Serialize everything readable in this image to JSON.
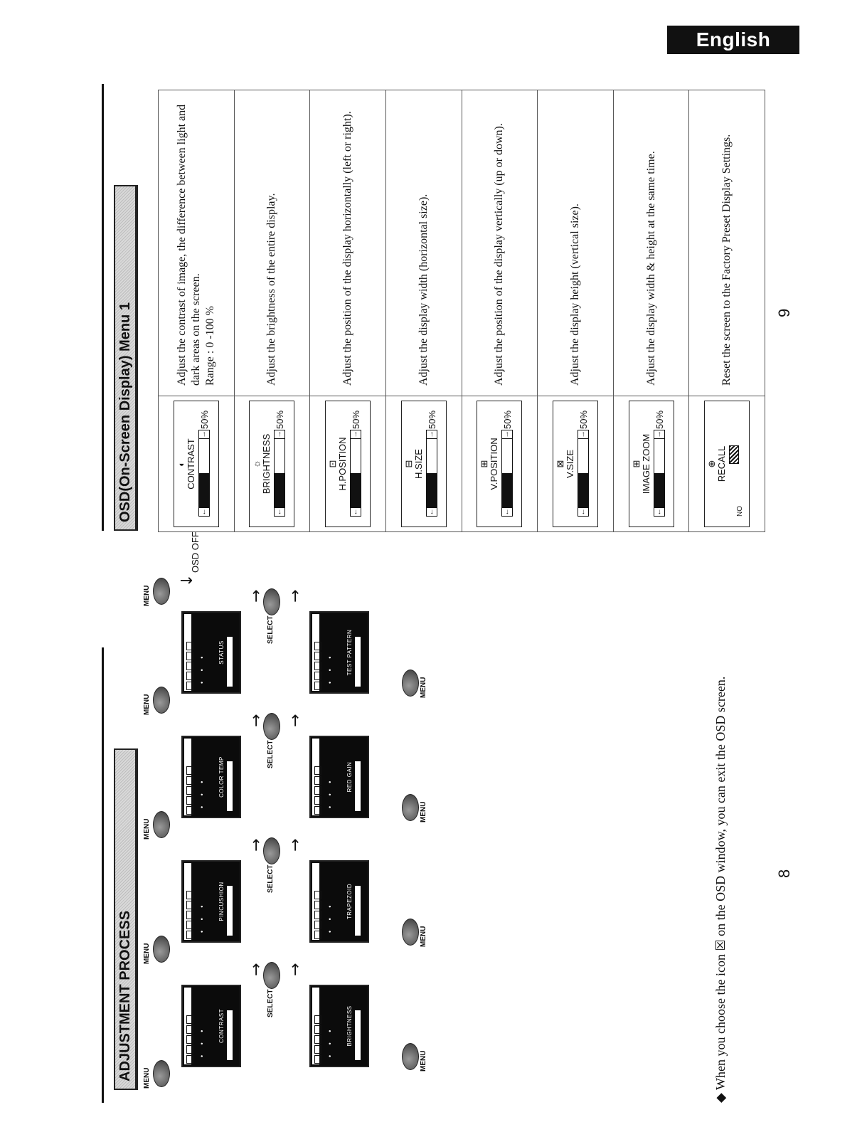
{
  "language_tab": "English",
  "left_page": {
    "heading": "ADJUSTMENT PROCESS",
    "page_number": "8",
    "buttons": {
      "menu": "MENU",
      "select": "SELECT"
    },
    "screens": [
      {
        "label": "CONTRAST"
      },
      {
        "label": "BRIGHTNESS"
      },
      {
        "label": "PINCUSHION"
      },
      {
        "label": "TRAPEZOID"
      },
      {
        "label": "COLOR TEMP"
      },
      {
        "label": "RED GAIN"
      },
      {
        "label": "STATUS"
      },
      {
        "label": "TEST PATTERN"
      }
    ],
    "osd_off": "OSD OFF",
    "note": "When you choose the icon ☒ on the OSD window, you can exit the OSD screen.",
    "bullet": "◆"
  },
  "right_page": {
    "heading": "OSD(On-Screen Display) Menu 1",
    "page_number": "9",
    "rows": [
      {
        "icon": "◐",
        "label": "CONTRAST",
        "percent": "50%",
        "fill": 0.5,
        "description": "Adjust the contrast of image, the difference between light and dark areas on the screen.",
        "extra": "Range : 0 -100 %"
      },
      {
        "icon": "☼",
        "label": "BRIGHTNESS",
        "percent": "50%",
        "fill": 0.5,
        "description": "Adjust the brightness of the entire display.",
        "extra": ""
      },
      {
        "icon": "⊡",
        "label": "H.POSITION",
        "percent": "50%",
        "fill": 0.5,
        "description": "Adjust the position of the display horizontally (left or right).",
        "extra": ""
      },
      {
        "icon": "⊟",
        "label": "H.SIZE",
        "percent": "50%",
        "fill": 0.5,
        "description": "Adjust the display width (horizontal size).",
        "extra": ""
      },
      {
        "icon": "⊞",
        "label": "V.POSITION",
        "percent": "50%",
        "fill": 0.5,
        "description": "Adjust the position of the display vertically (up or down).",
        "extra": ""
      },
      {
        "icon": "⊠",
        "label": "V.SIZE",
        "percent": "50%",
        "fill": 0.5,
        "description": "Adjust the display height (vertical size).",
        "extra": ""
      },
      {
        "icon": "⊞",
        "label": "IMAGE ZOOM",
        "percent": "50%",
        "fill": 0.5,
        "description": "Adjust the display width & height at the same time.",
        "extra": ""
      },
      {
        "icon": "⊕",
        "label": "RECALL",
        "no_label": "NO",
        "description": "Reset the screen to the Factory Preset Display Settings.",
        "extra": ""
      }
    ]
  }
}
